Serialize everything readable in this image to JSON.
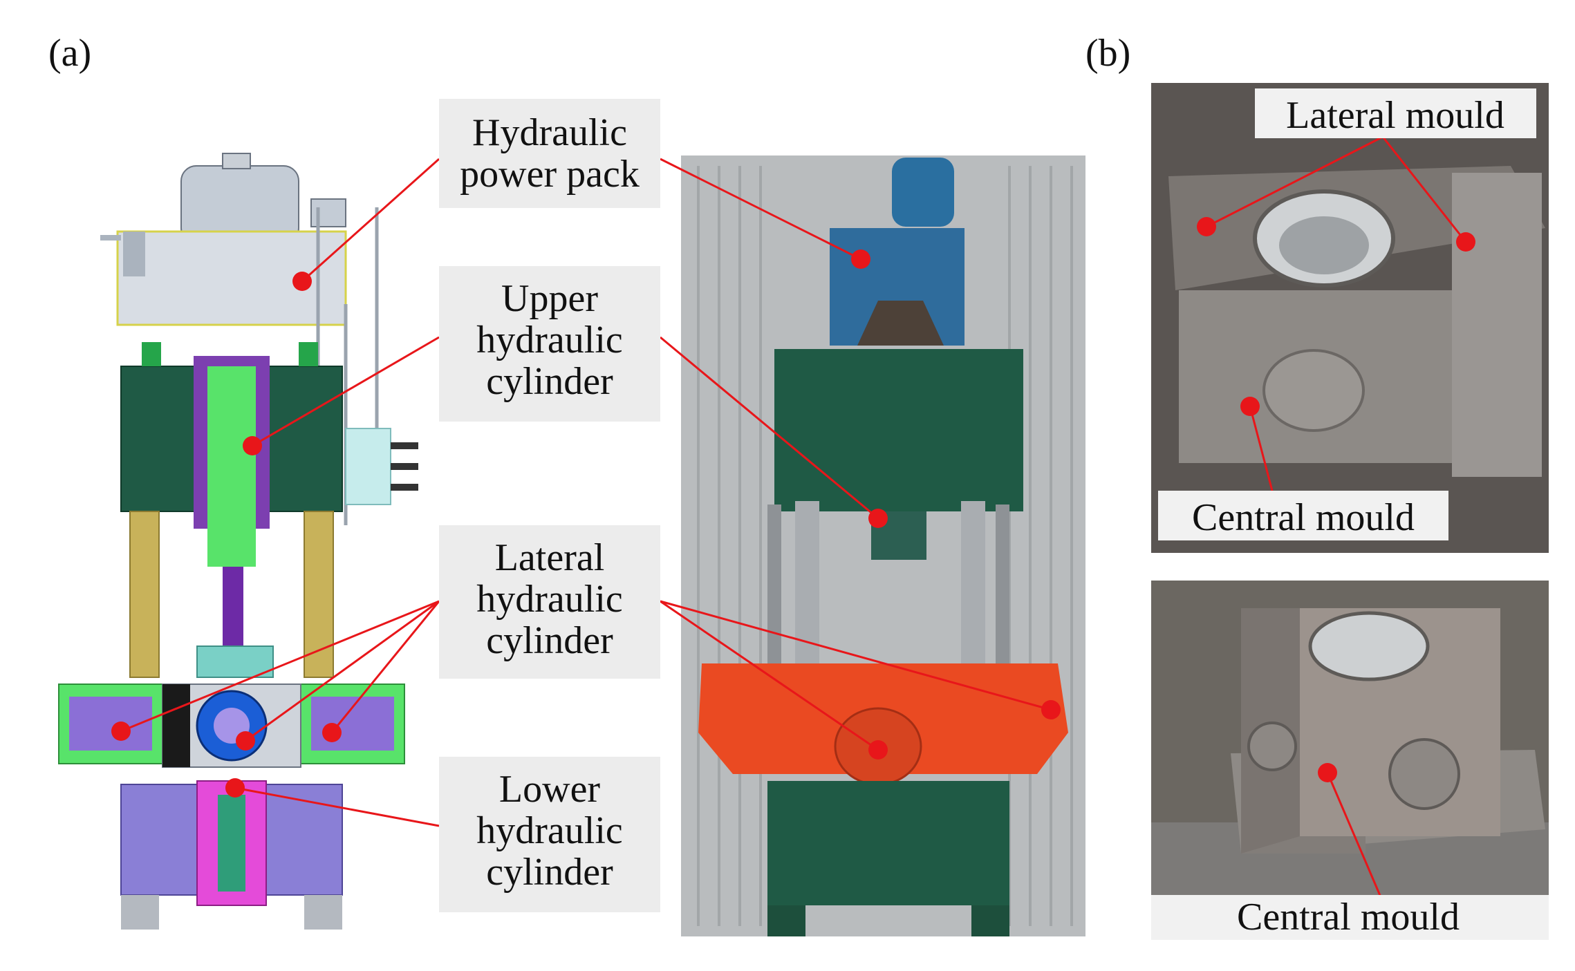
{
  "panels": {
    "a": {
      "label": "(a)"
    },
    "b": {
      "label": "(b)"
    }
  },
  "callouts": {
    "power_pack": [
      "Hydraulic",
      "power pack"
    ],
    "upper_cyl": [
      "Upper",
      "hydraulic",
      "cylinder"
    ],
    "lateral_cyl": [
      "Lateral",
      "hydraulic",
      "cylinder"
    ],
    "lower_cyl": [
      "Lower",
      "hydraulic",
      "cylinder"
    ],
    "lateral_mould": "Lateral mould",
    "central_mould_top": "Central mould",
    "central_mould_bottom": "Central mould"
  },
  "colors": {
    "marker": "#e8161a",
    "callout_box": "#ececec",
    "machine_green": "#1f5a45",
    "machine_blue": "#2f6c9c",
    "machine_orange": "#ea4a22",
    "cad_purple": "#8a7fd6",
    "cad_green": "#58e36a",
    "steel": "#8e8a86"
  }
}
